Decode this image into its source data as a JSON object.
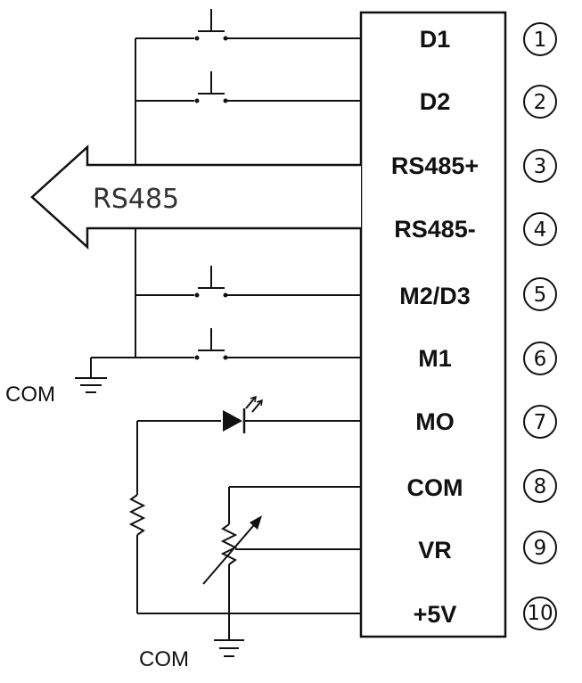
{
  "terminals": [
    {
      "label": "D1",
      "number": "1"
    },
    {
      "label": "D2",
      "number": "2"
    },
    {
      "label": "RS485+",
      "number": "3"
    },
    {
      "label": "RS485-",
      "number": "4"
    },
    {
      "label": "M2/D3",
      "number": "5"
    },
    {
      "label": "M1",
      "number": "6"
    },
    {
      "label": "MO",
      "number": "7"
    },
    {
      "label": "COM",
      "number": "8"
    },
    {
      "label": "VR",
      "number": "9"
    },
    {
      "label": "+5V",
      "number": "10"
    }
  ],
  "bus_label": "RS485",
  "ground_labels": {
    "upper": "COM",
    "lower": "COM"
  }
}
